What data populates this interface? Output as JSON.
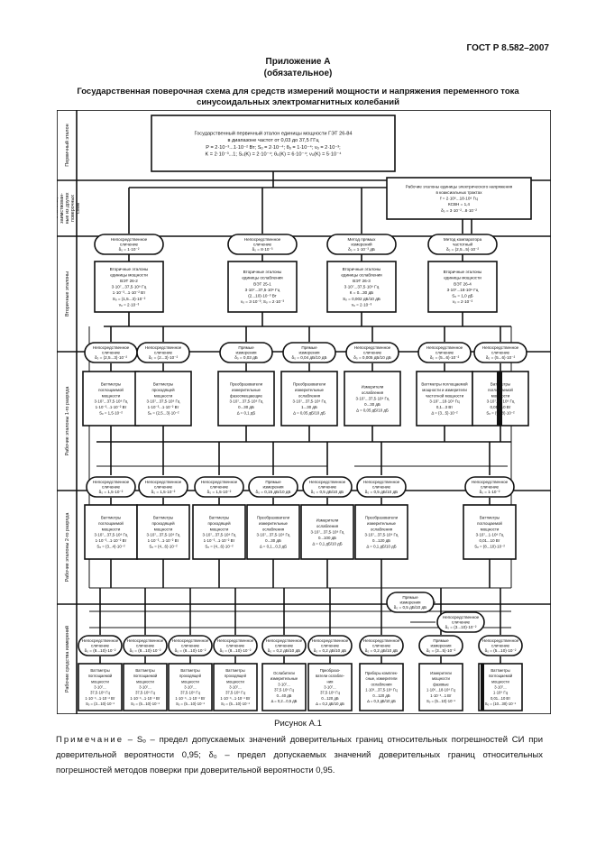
{
  "header": {
    "standard_number": "ГОСТ Р 8.582–2007"
  },
  "appendix": {
    "title": "Приложение А",
    "subtitle": "(обязательное)"
  },
  "scheme_title": {
    "line1": "Государственная поверочная схема для средств измерений мощности и напряжения переменного тока",
    "line2": "синусоидальных электромагнитных колебаний"
  },
  "levels": [
    "Первичный эталон",
    "Эталоны, заимствован- ные из других поверочных схем",
    "Вторичные эталоны",
    "Рабочие эталоны 1-го разряда",
    "Рабочие эталоны 2-го разряда",
    "Рабочие средства измерений"
  ],
  "primary_standard": {
    "lines": [
      "Государственный первичный эталон единицы мощности ГЭТ 26-84",
      "в диапазоне частот от 0,03 до 37,5 ГГц",
      "P = 2·10⁻³...1·10⁻² Вт; Sₒ = 2·10⁻⁴; θₒ = 1·10⁻⁴; νₒ = 2·10⁻³;",
      "K = 2·10⁻³...1; S₀(K) = 2·10⁻⁴; θ₀(K) = 6·10⁻⁴; ν₀(K) = 5·10⁻⁴"
    ]
  },
  "borrowed_standard": {
    "lines": [
      "Рабочие эталоны единицы электрического напряжения",
      "в коаксиальных трактах",
      "f = 2·10⁶...18·10⁹ Гц",
      "КСВН = 1,4",
      "δ₀ = 3·10⁻²...8·10⁻²"
    ]
  },
  "methods_row1": [
    {
      "line1": "Непосредственное",
      "line2": "сличение",
      "line3": "δ₀ = 1·10⁻²"
    },
    {
      "line1": "Непосредственное",
      "line2": "сличение",
      "line3": "δ₀ = 8·10⁻³"
    },
    {
      "line1": "Метод прямых",
      "line2": "измерений",
      "line3": "δ₀ = 1·10⁻³ дБ"
    },
    {
      "line1": "Метод компаратора",
      "line2": "частотный",
      "line3": "δ₀ = (2,5...5)·10⁻²"
    }
  ],
  "secondary_standards": [
    {
      "lines": [
        "Вторичные эталоны",
        "единицы мощности",
        "ВЭТ 26-2",
        "3·10⁷...37,5·10⁹ Гц",
        "1·10⁻³...1·10⁻² Вт",
        "Sₒ = (1,5...3)·10⁻²",
        "νₒ = 2·10⁻³"
      ]
    },
    {
      "lines": [
        "Вторичные эталоны",
        "единицы ослабления",
        "ВЭТ 25-1",
        "3·10⁷...37,5·10⁹ Гц",
        "(2...10)·10⁻³ Вт",
        "νₒ = 3·10⁻³; Sₒ = 2·10⁻³"
      ]
    },
    {
      "lines": [
        "Вторичные эталоны",
        "единицы ослабления",
        "ВЭТ 26-3",
        "3·10⁷...37,5·10⁹ Гц",
        "К = 0...30 дБ",
        "Sₒ = 0,002 дБ/10 дБ",
        "νₒ = 2·10⁻³"
      ]
    },
    {
      "lines": [
        "Вторичные эталоны",
        "единицы мощности",
        "ВЭТ 26-4",
        "3·10⁷...18·10⁹ Гц",
        "Sₒ = 1,0 дБ",
        "νₒ = 2·10⁻²"
      ]
    }
  ],
  "methods_row2": [
    {
      "line1": "Непосредственное",
      "line2": "сличение",
      "line3": "δ₀ = (2,5...3)·10⁻²"
    },
    {
      "line1": "Непосредственное",
      "line2": "сличение",
      "line3": "δ₀ = (2...3)·10⁻²"
    },
    {
      "line1": "Прямые",
      "line2": "измерения",
      "line3": "δ₀ = 0,03 дБ"
    },
    {
      "line1": "Прямые",
      "line2": "измерения",
      "line3": "δ₀ = 0,04 дБ/10 дБ"
    },
    {
      "line1": "Непосредственное",
      "line2": "сличение",
      "line3": "δ₀ = 0,005 дБ/10 дБ"
    },
    {
      "line1": "Непосредственное",
      "line2": "сличение",
      "line3": "δ₀ = (5...6)·10⁻²"
    },
    {
      "line1": "Непосредственное",
      "line2": "сличение",
      "line3": "δ₀ = (5...6)·10⁻²"
    }
  ],
  "working_1st": [
    {
      "lines": [
        "Ваттметры",
        "поглощаемой",
        "мощности",
        "3·10⁷...37,5·10⁹ Гц",
        "1·10⁻³...1·10⁻² Вт",
        "Sₒ = 1,5·10⁻²"
      ]
    },
    {
      "lines": [
        "Ваттметры",
        "проходящей",
        "мощности",
        "3·10⁷...37,5·10⁹ Гц",
        "1·10⁻³...1·10⁻² Вт",
        "Sₒ = (2,5...3)·10⁻²"
      ]
    },
    {
      "lines": [
        "Преобразователи",
        "измерительные",
        "фазосмещающие",
        "3·10⁷...37,5·10⁹ Гц",
        "0...30 дБ",
        "Δ = 0,1 дБ"
      ]
    },
    {
      "lines": [
        "Преобразователи",
        "измерительные",
        "ослабления",
        "3·10⁷...37,5·10⁹ Гц",
        "1...30 дБ",
        "Δ = 0,05 дБ/10 дБ"
      ]
    },
    {
      "lines": [
        "Измерители",
        "ослабления",
        "3·10⁷...37,5·10⁹ Гц",
        "0...30 дБ",
        "Δ = 0,05 дБ/10 дБ"
      ]
    },
    {
      "lines": [
        "Ваттметры поглощаемой",
        "мощности и измерители",
        "частотной мощности",
        "3·10⁷...18·10⁹ Гц",
        "0,1...3 Вт",
        "Δ = (3...5)·10⁻²"
      ]
    },
    {
      "lines": [
        "Ваттметры",
        "поглощаемой",
        "мощности",
        "3·10⁷...1·10⁹ Гц",
        "0,01...10 Вт",
        "Sₒ = (5...8)·10⁻²"
      ]
    }
  ],
  "methods_row3": [
    {
      "line1": "Непосредственное",
      "line2": "сличение",
      "line3": "δ₀ = 1,5·10⁻²"
    },
    {
      "line1": "Непосредственное",
      "line2": "сличение",
      "line3": "δ₀ = 1,5·10⁻²"
    },
    {
      "line1": "Непосредственное",
      "line2": "сличение",
      "line3": "δ₀ = 1,5·10⁻²"
    },
    {
      "line1": "Прямые",
      "line2": "измерения",
      "line3": "δ₀ = 0,15 дБ/10 дБ"
    },
    {
      "line1": "Непосредственное",
      "line2": "сличение",
      "line3": "δ₀ = 0,5 дБ/10 дБ"
    },
    {
      "line1": "Непосредственное",
      "line2": "сличение",
      "line3": "δ₀ = 0,5 дБ/10 дБ"
    },
    {
      "line1": "Непосредственное",
      "line2": "сличение",
      "line3": "δ₀ = 1·10⁻²"
    }
  ],
  "working_2nd": [
    {
      "lines": [
        "Ваттметры",
        "поглощаемой",
        "мощности",
        "3·10⁷...37,5·10⁹ Гц",
        "1·10⁻³...1·10⁻² Вт",
        "Sₒ = (3...4)·10⁻²"
      ]
    },
    {
      "lines": [
        "Ваттметры",
        "проходящей",
        "мощности",
        "3·10⁷...37,5·10⁹ Гц",
        "1·10⁻³...1·10⁻² Вт",
        "Sₒ = (4...6)·10⁻²"
      ]
    },
    {
      "lines": [
        "Ваттметры",
        "проходящей",
        "мощности",
        "3·10⁷...37,5·10⁹ Гц",
        "1·10⁻³...1·10⁻² Вт",
        "Sₒ = (4...6)·10⁻²"
      ]
    },
    {
      "lines": [
        "Преобразователи",
        "измерительные",
        "ослабления",
        "3·10⁷...37,5·10⁹ Гц",
        "0...30 дБ",
        "Δ = 0,1...0,3 дБ"
      ]
    },
    {
      "lines": [
        "Измерители",
        "ослабления",
        "3·10⁷...37,5·10⁹ Гц",
        "0...100 дБ",
        "Δ = 0,1 дБ/10 дБ"
      ]
    },
    {
      "lines": [
        "Преобразователи",
        "измерительные",
        "ослабления",
        "3·10⁷...37,5·10⁹ Гц",
        "0...120 дБ",
        "Δ = 0,1 дБ/10 дБ"
      ]
    },
    {
      "lines": [
        "Ваттметры",
        "поглощаемой",
        "мощности",
        "3·10⁷...1·10⁹ Гц",
        "0,01...10 Вт",
        "Sₒ = (8...10)·10⁻²"
      ]
    }
  ],
  "mid_methods": [
    {
      "line1": "Прямые",
      "line2": "измерения",
      "line3": "δ₀ = 0,5 дБ/10 дБ"
    },
    {
      "line1": "Непосредственное",
      "line2": "сличение",
      "line3": "δ₀ = (3...10)·10⁻²"
    }
  ],
  "methods_row4": [
    {
      "line1": "Непосредственное",
      "line2": "сличение",
      "line3": "δ₀ = (8...10)·10⁻²"
    },
    {
      "line1": "Непосредственное",
      "line2": "сличение",
      "line3": "δ₀ = (8...10)·10⁻²"
    },
    {
      "line1": "Непосредственное",
      "line2": "сличение",
      "line3": "δ₀ = (8...10)·10⁻²"
    },
    {
      "line1": "Непосредственное",
      "line2": "сличение",
      "line3": "δ₀ = (8...10)·10⁻²"
    },
    {
      "line1": "Непосредственное",
      "line2": "сличение",
      "line3": "δ₀ = 0,2 дБ/10 дБ"
    },
    {
      "line1": "Непосредственное",
      "line2": "сличение",
      "line3": "δ₀ = 0,2 дБ/10 дБ"
    },
    {
      "line1": "Непосредственное",
      "line2": "сличение",
      "line3": "δ₀ = 0,2 дБ/10 дБ"
    },
    {
      "line1": "Прямые",
      "line2": "измерения",
      "line3": "δ₀ = (3...5)·10⁻²"
    },
    {
      "line1": "Непосредственное",
      "line2": "сличение",
      "line3": "δ₀ = (5...10)·10⁻²"
    }
  ],
  "working_instruments": [
    {
      "lines": [
        "Ваттметры",
        "поглощаемой",
        "мощности",
        "3·10⁷...",
        "37,5·10⁹ Гц",
        "1·10⁻³...1·10⁻² Вт",
        "Sₒ = (3...10)·10⁻²"
      ]
    },
    {
      "lines": [
        "Ваттметры",
        "поглощаемой",
        "мощности",
        "3·10⁷...",
        "37,5·10⁹ Гц",
        "1·10⁻³...1·10⁻² Вт",
        "Sₒ = (5...10)·10⁻²"
      ]
    },
    {
      "lines": [
        "Ваттметры",
        "проходящей",
        "мощности",
        "3·10⁷...",
        "37,5·10⁹ Гц",
        "1·10⁻³...1·10⁻² Вт",
        "Sₒ = (5...10)·10⁻²"
      ]
    },
    {
      "lines": [
        "Ваттметры",
        "проходящей",
        "мощности",
        "3·10⁷...",
        "37,5·10⁹ Гц",
        "1·10⁻³...1·10⁻² Вт",
        "Sₒ = (5...10)·10⁻²"
      ]
    },
    {
      "lines": [
        "Ослабители",
        "измерительные",
        "3·10⁷...",
        "37,5·10⁹ Гц",
        "0...40 дБ",
        "Δ = 0,2...0,5 дБ"
      ]
    },
    {
      "lines": [
        "Преобразо-",
        "ватели ослабле-",
        "ния",
        "3·10⁷...",
        "37,5·10⁹ Гц",
        "0...120 дБ",
        "Δ = 0,2 дБ/10 дБ"
      ]
    },
    {
      "lines": [
        "Приборы комплек-",
        "сные, измерители",
        "ослабления",
        "1·10⁶...37,5·10⁹ Гц",
        "0...120 дБ",
        "Δ = 0,3 дБ/10 дБ"
      ]
    },
    {
      "lines": [
        "Измерители",
        "мощности",
        "фазовые",
        "1·10⁶...18·10⁹ Гц",
        "1·10⁻³...1 Вт",
        "Sₒ = (5...10)·10⁻²"
      ]
    },
    {
      "lines": [
        "Ваттметры",
        "поглощаемой",
        "мощности",
        "3·10⁷...",
        "1·10⁹ Гц",
        "0,01...10 Вт",
        "Sₒ = (10...30)·10⁻²"
      ]
    }
  ],
  "figure_caption": "Рисунок А.1",
  "note": {
    "lead": "Примечание",
    "text": " – Sₒ – предел допускаемых значений доверительных границ относительных погрешностей СИ при доверительной вероятности 0,95; δ₀ – предел допускаемых значений доверительных границ относительных погрешностей методов поверки при доверительной вероятности 0,95."
  }
}
